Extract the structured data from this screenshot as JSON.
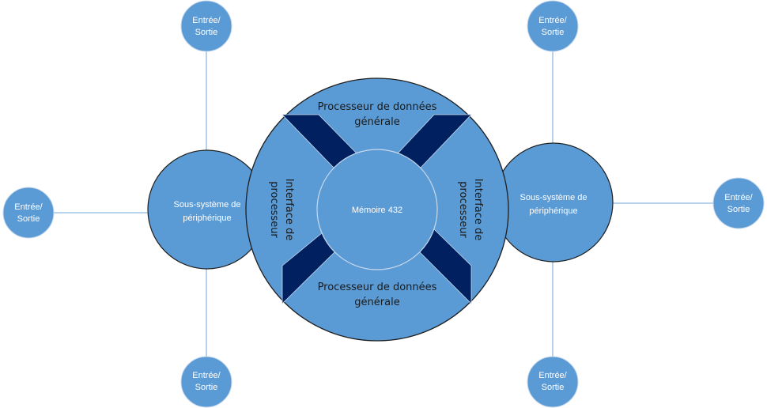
{
  "diagram": {
    "colors": {
      "fill": "#5b9bd5",
      "dark_band": "#002060",
      "connector": "#9dc3e6",
      "outline_dark": "#1f1f1f",
      "outline_light": "#c9d9ec",
      "text_light": "#ffffff",
      "text_dark": "#1a1a1a"
    },
    "memory": {
      "label": "Mémoire 432"
    },
    "processors": {
      "top": {
        "line1": "Processeur de données",
        "line2": "générale"
      },
      "bottom": {
        "line1": "Processeur de données",
        "line2": "générale"
      }
    },
    "interfaces": {
      "left": {
        "line1": "Interface de",
        "line2": "processeur"
      },
      "right": {
        "line1": "Interface de",
        "line2": "processeur"
      }
    },
    "subsystems": {
      "left": {
        "line1": "Sous-système de",
        "line2": "périphérique"
      },
      "right": {
        "line1": "Sous-système de",
        "line2": "périphérique"
      }
    },
    "io_nodes": {
      "left_top": {
        "line1": "Entrée/",
        "line2": "Sortie"
      },
      "left_middle": {
        "line1": "Entrée/",
        "line2": "Sortie"
      },
      "left_bottom": {
        "line1": "Entrée/",
        "line2": "Sortie"
      },
      "right_top": {
        "line1": "Entrée/",
        "line2": "Sortie"
      },
      "right_middle": {
        "line1": "Entrée/",
        "line2": "Sortie"
      },
      "right_bottom": {
        "line1": "Entrée/",
        "line2": "Sortie"
      }
    }
  }
}
